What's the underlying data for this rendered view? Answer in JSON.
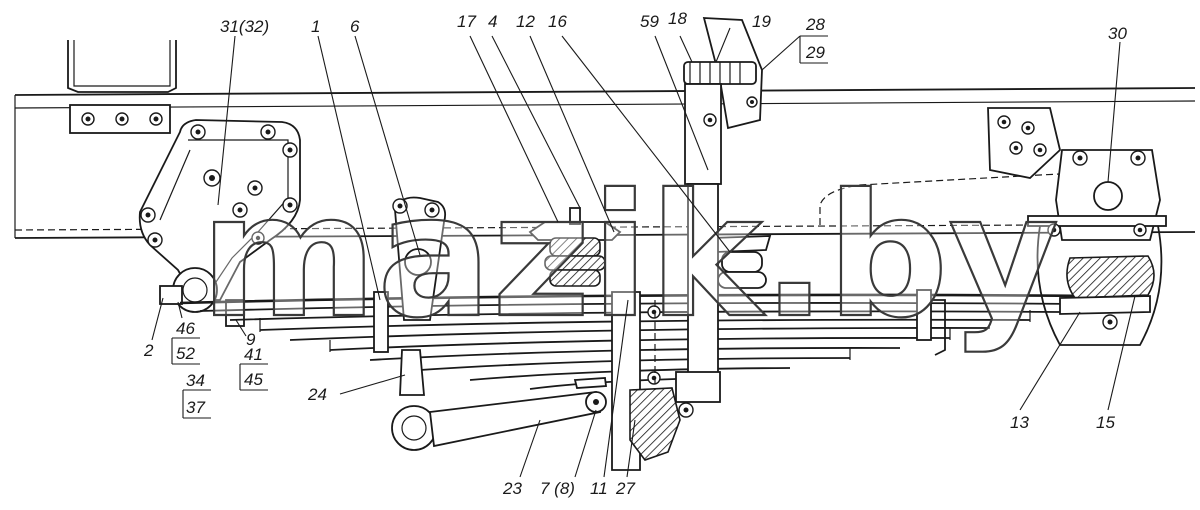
{
  "diagram": {
    "watermark": "mazik.by",
    "callouts": {
      "c31_32": "31(32)",
      "c1": "1",
      "c6": "6",
      "c17": "17",
      "c4": "4",
      "c12": "12",
      "c16": "16",
      "c59": "59",
      "c18": "18",
      "c19": "19",
      "c28": "28",
      "c29": "29",
      "c30": "30",
      "c2": "2",
      "c46": "46",
      "c52": "52",
      "c34": "34",
      "c37": "37",
      "c9": "9",
      "c41": "41",
      "c45": "45",
      "c24": "24",
      "c23": "23",
      "c7_8": "7 (8)",
      "c11": "11",
      "c27": "27",
      "c13": "13",
      "c15": "15"
    }
  }
}
